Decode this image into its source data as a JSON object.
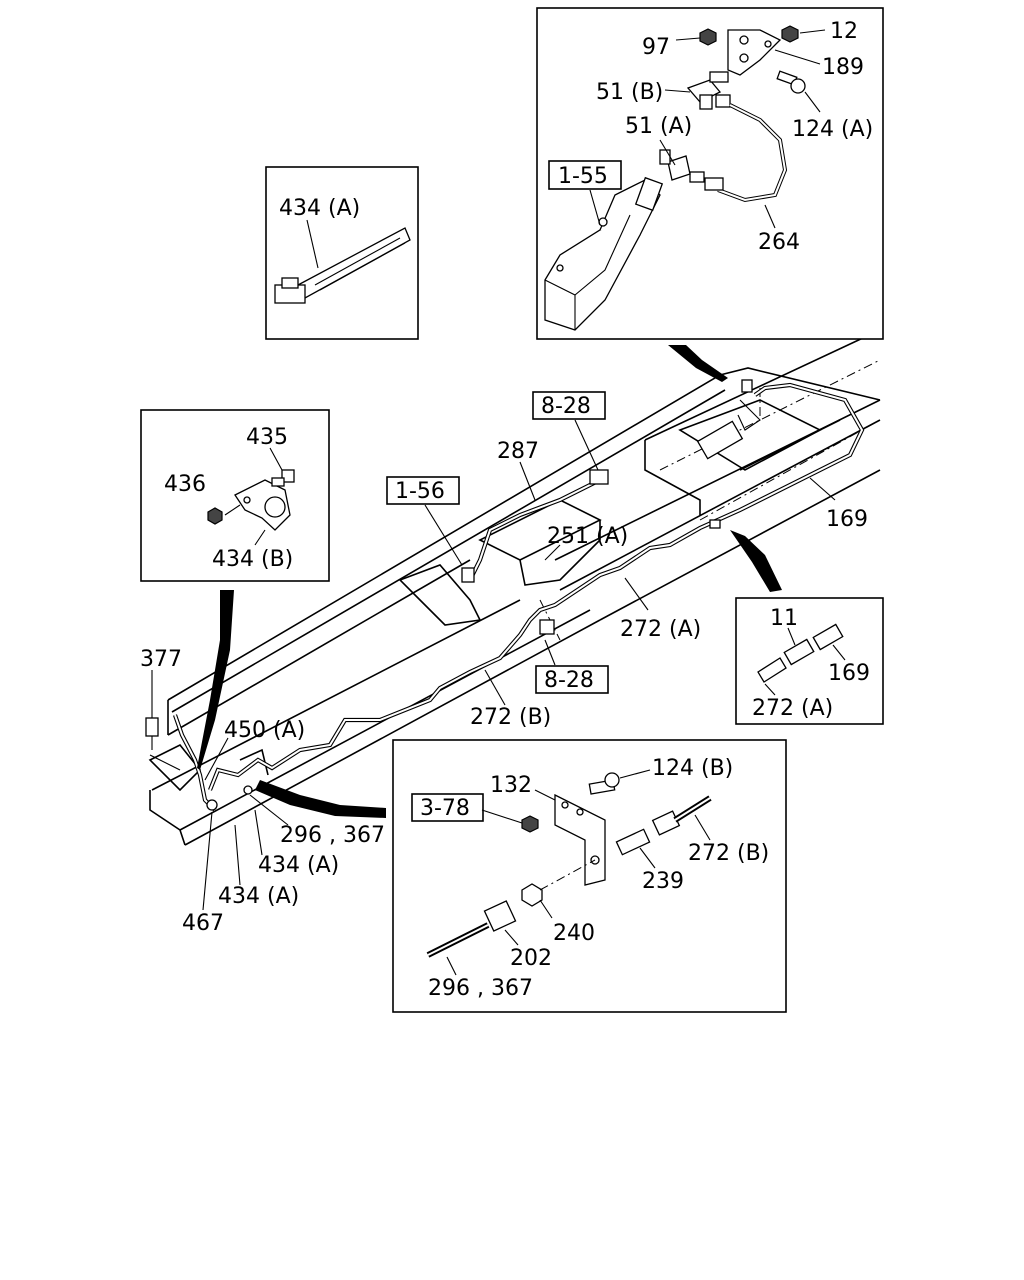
{
  "labels": {
    "l97": "97",
    "l12": "12",
    "l189": "189",
    "l51b": "51 (B)",
    "l124a": "124 (A)",
    "l51a": "51 (A)",
    "l155": "1-55",
    "l264": "264",
    "l434a_top": "434 (A)",
    "l435": "435",
    "l436": "436",
    "l434b": "434 (B)",
    "l828_top": "8-28",
    "l287": "287",
    "l156": "1-56",
    "l251a": "251 (A)",
    "l169_main": "169",
    "l272a_main": "272 (A)",
    "l828_bot": "8-28",
    "l272b_main": "272 (B)",
    "l377": "377",
    "l450a": "450 (A)",
    "l296_main": "296 , 367",
    "l434a_1": "434 (A)",
    "l434a_2": "434 (A)",
    "l467": "467",
    "l11": "11",
    "l169_inset": "169",
    "l272a_inset": "272 (A)",
    "l132": "132",
    "l124b": "124 (B)",
    "l378": "3-78",
    "l272b_inset": "272 (B)",
    "l239": "239",
    "l240": "240",
    "l202": "202",
    "l296_inset": "296 , 367"
  }
}
